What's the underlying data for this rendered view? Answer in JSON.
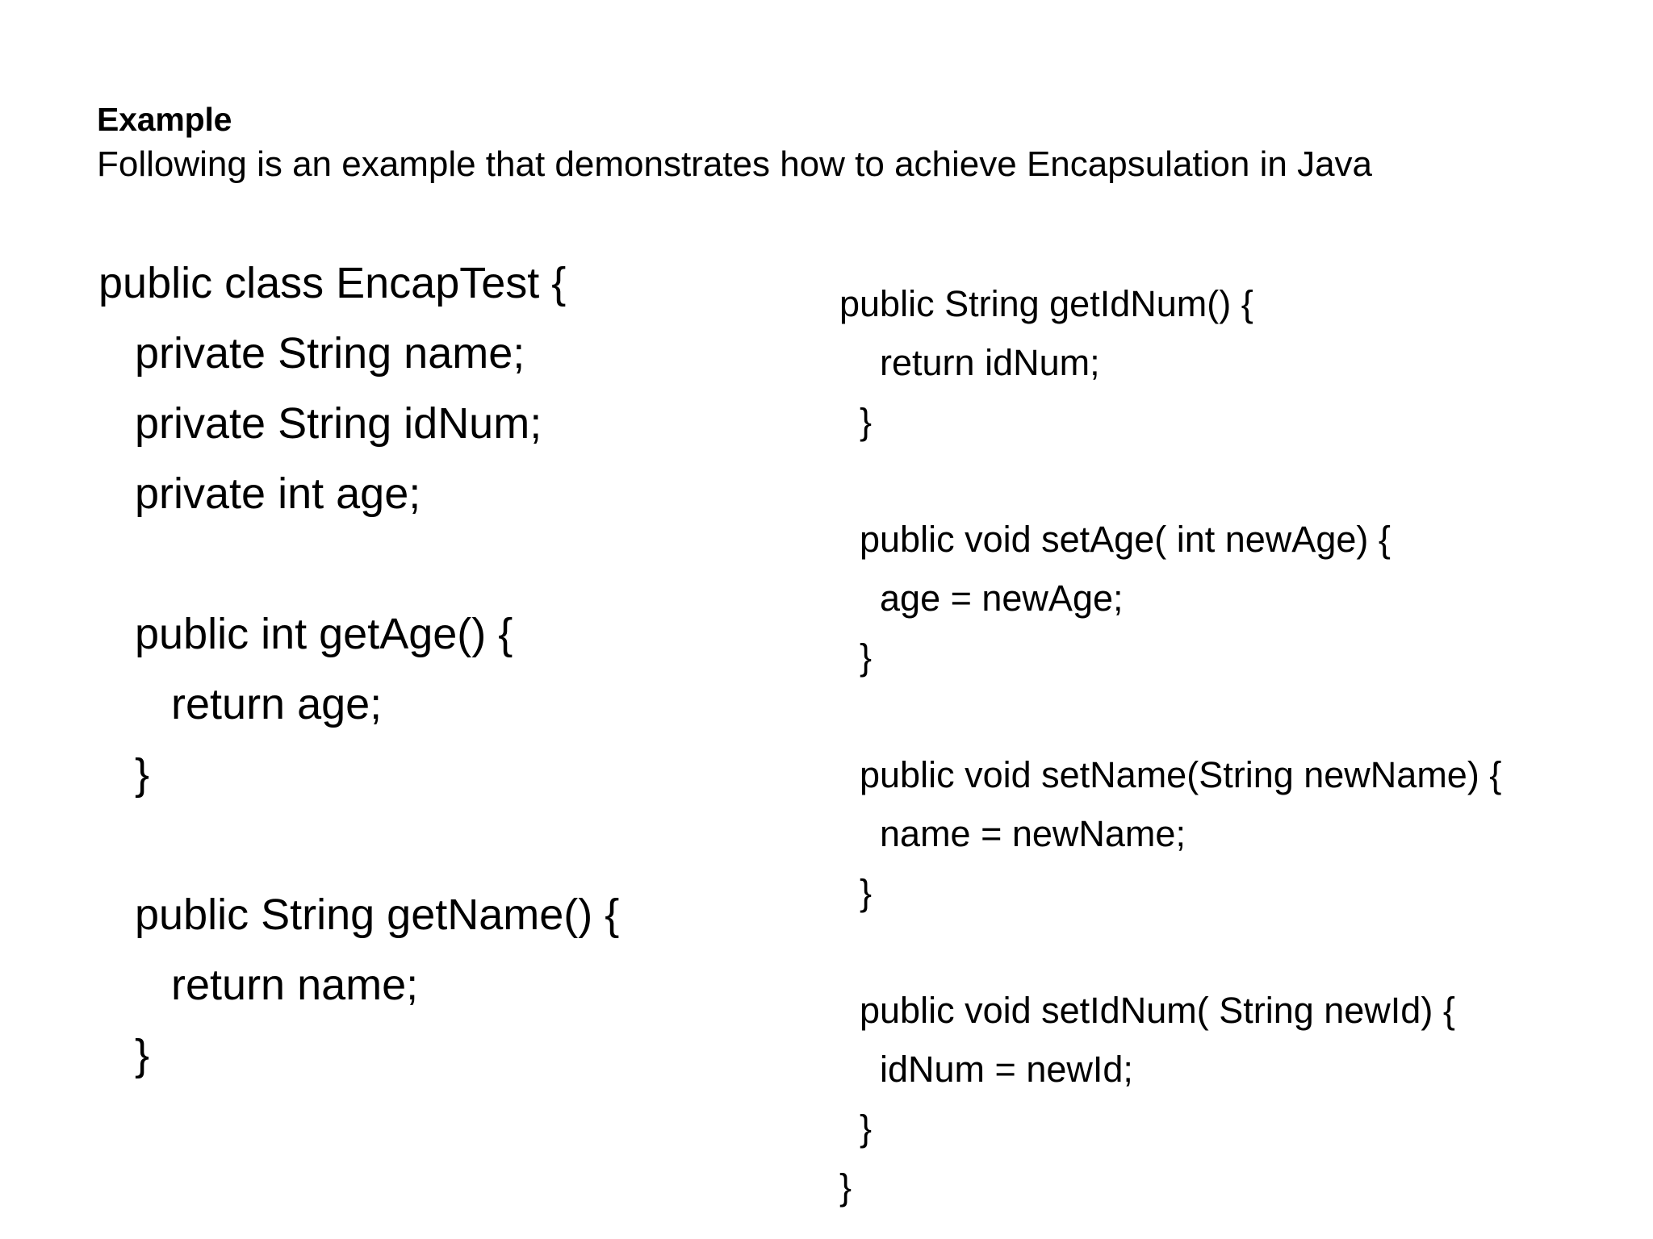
{
  "slide": {
    "title": "Example",
    "subtitle": "Following is an example that demonstrates how to achieve Encapsulation in Java",
    "background_color": "#ffffff",
    "text_color": "#000000"
  },
  "code": {
    "language": "java",
    "left_column": [
      "public class EncapTest {",
      "   private String name;",
      "   private String idNum;",
      "   private int age;",
      "",
      "   public int getAge() {",
      "      return age;",
      "   }",
      "",
      "   public String getName() {",
      "      return name;",
      "   }"
    ],
    "right_column": [
      "public String getIdNum() {",
      "    return idNum;",
      "  }",
      "",
      "  public void setAge( int newAge) {",
      "    age = newAge;",
      "  }",
      "",
      "  public void setName(String newName) {",
      "    name = newName;",
      "  }",
      "",
      "  public void setIdNum( String newId) {",
      "    idNum = newId;",
      "  }",
      "}"
    ]
  }
}
